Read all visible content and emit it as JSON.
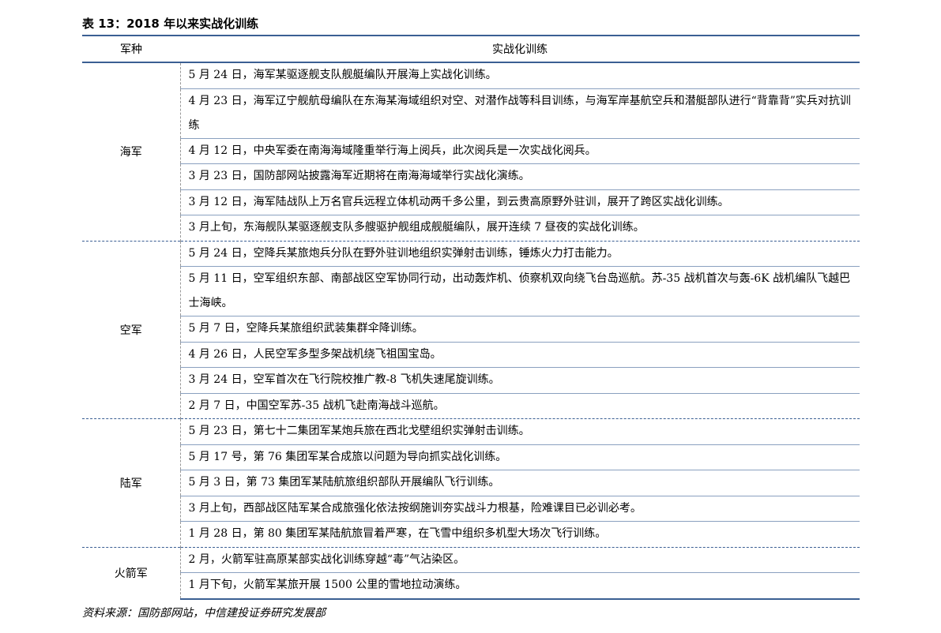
{
  "title": "表 13：2018 年以来实战化训练",
  "headers": {
    "branch": "军种",
    "training": "实战化训练"
  },
  "groups": [
    {
      "branch": "海军",
      "items": [
        "5 月 24 日，海军某驱逐舰支队舰艇编队开展海上实战化训练。",
        "4 月 23 日，海军辽宁舰航母编队在东海某海域组织对空、对潜作战等科目训练，与海军岸基航空兵和潜艇部队进行“背靠背”实兵对抗训练",
        "4 月 12 日，中央军委在南海海域隆重举行海上阅兵，此次阅兵是一次实战化阅兵。",
        "3 月 23 日，国防部网站披露海军近期将在南海海域举行实战化演练。",
        "3 月 12 日，海军陆战队上万名官兵远程立体机动两千多公里，到云贵高原野外驻训，展开了跨区实战化训练。",
        "3 月上旬，东海舰队某驱逐舰支队多艘驱护舰组成舰艇编队，展开连续 7 昼夜的实战化训练。"
      ]
    },
    {
      "branch": "空军",
      "items": [
        "5 月 24 日，空降兵某旅炮兵分队在野外驻训地组织实弹射击训练，锤炼火力打击能力。",
        "5 月 11 日，空军组织东部、南部战区空军协同行动，出动轰炸机、侦察机双向绕飞台岛巡航。苏-35 战机首次与轰-6K 战机编队飞越巴士海峡。",
        "5 月 7 日，空降兵某旅组织武装集群伞降训练。",
        "4 月 26 日，人民空军多型多架战机绕飞祖国宝岛。",
        "3 月 24 日，空军首次在飞行院校推广教-8 飞机失速尾旋训练。",
        "2 月 7 日，中国空军苏-35 战机飞赴南海战斗巡航。"
      ]
    },
    {
      "branch": "陆军",
      "items": [
        "5 月 23 日，第七十二集团军某炮兵旅在西北戈壁组织实弹射击训练。",
        "5 月 17 号，第 76 集团军某合成旅以问题为导向抓实战化训练。",
        "5 月 3 日，第 73 集团军某陆航旅组织部队开展编队飞行训练。",
        "3 月上旬，西部战区陆军某合成旅强化依法按纲施训夯实战斗力根基，险难课目已必训必考。",
        "1 月 28 日，第 80 集团军某陆航旅冒着严寒，在飞雪中组织多机型大场次飞行训练。"
      ]
    },
    {
      "branch": "火箭军",
      "items": [
        "2 月，火箭军驻高原某部实战化训练穿越“毒”气沾染区。",
        "1 月下旬，火箭军某旅开展 1500 公里的雪地拉动演练。"
      ]
    }
  ],
  "source": "资料来源：国防部网站，中信建投证券研究发展部",
  "colors": {
    "rule": "#3b5f93",
    "inner_rule": "#8aa0bf"
  }
}
